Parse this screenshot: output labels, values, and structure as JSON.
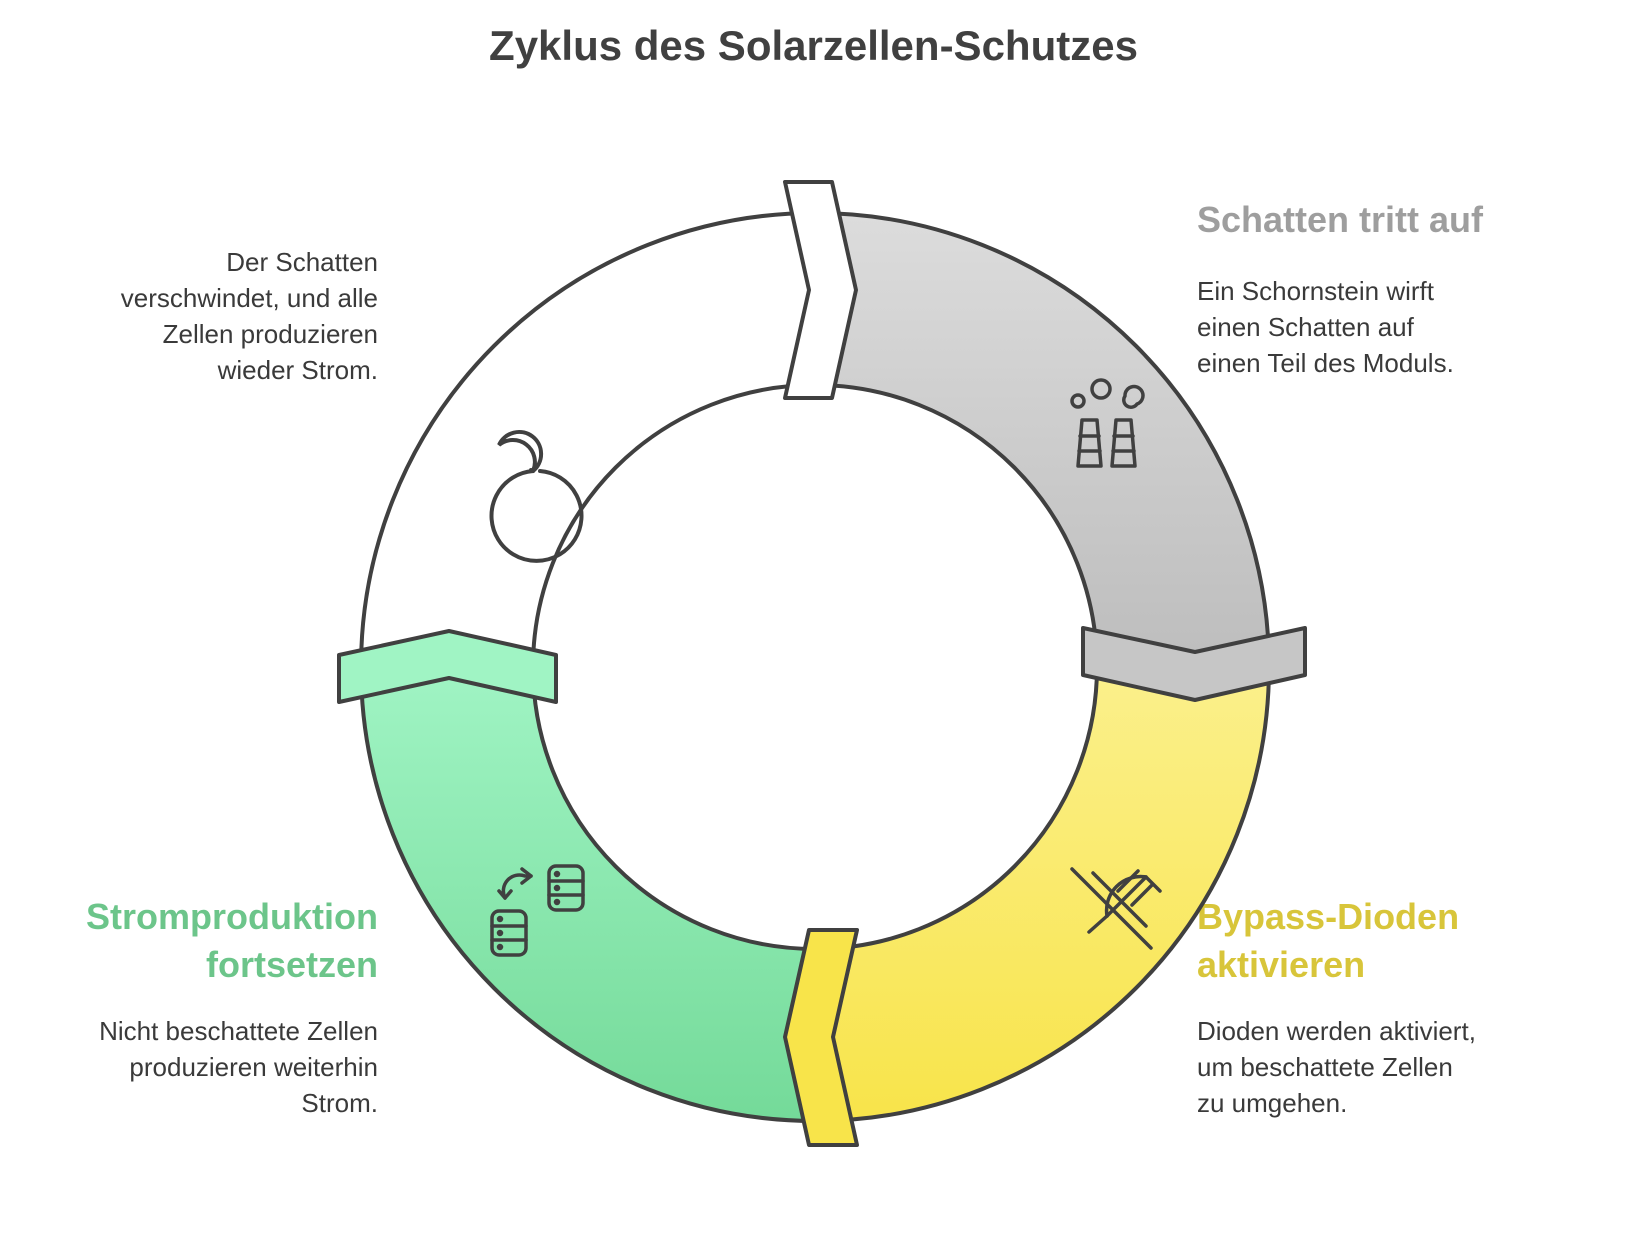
{
  "title": "Zyklus des Solarzellen-Schutzes",
  "stages": [
    {
      "title": "Schatten tritt auf",
      "lines": [
        "Ein Schornstein wirft",
        "einen Schatten auf",
        "einen Teil des Moduls."
      ],
      "color": "#9e9e9e",
      "icon": "factory-chimneys-smoke-icon"
    },
    {
      "title_lines": [
        "Bypass-Dioden",
        "aktivieren"
      ],
      "lines": [
        "Dioden werden aktiviert,",
        "um beschattete Zellen",
        "zu umgehen."
      ],
      "color": "#d8c53a",
      "icon": "plug-off-icon"
    },
    {
      "title_lines": [
        "Stromproduktion",
        "fortsetzen"
      ],
      "lines": [
        "Nicht beschattete Zellen",
        "produzieren weiterhin",
        "Strom."
      ],
      "color": "#6cc58a",
      "icon": "server-transfer-icon"
    },
    {
      "title": "",
      "lines": [
        "Der Schatten",
        "verschwindet, und alle",
        "Zellen produzieren",
        "wieder Strom."
      ],
      "color": "#ffffff",
      "icon": "moon-circle-icon"
    }
  ],
  "colors": {
    "gray_segment": "#cfcfcf",
    "yellow_segment": "#f8e85a",
    "green_segment": "#86e4aa",
    "white_segment": "#ffffff",
    "outline": "#404040"
  }
}
